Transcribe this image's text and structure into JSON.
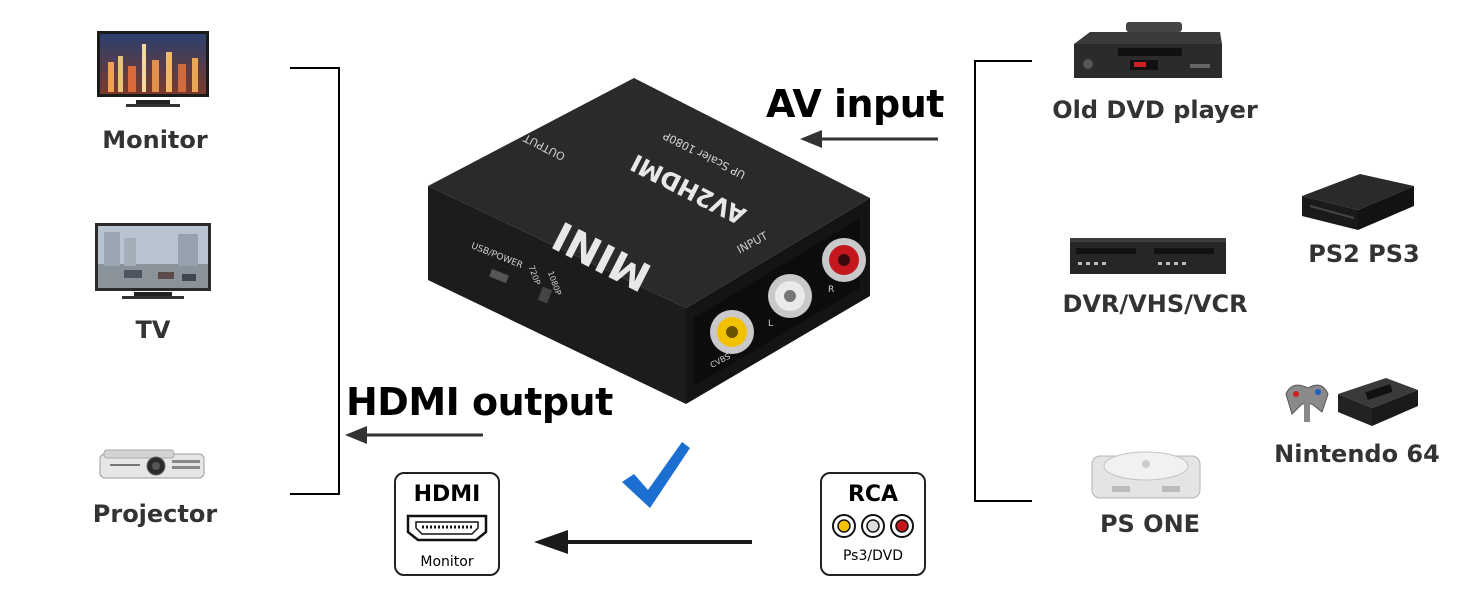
{
  "left_devices": [
    {
      "id": "monitor",
      "label": "Monitor"
    },
    {
      "id": "tv",
      "label": "TV"
    },
    {
      "id": "projector",
      "label": "Projector"
    }
  ],
  "right_devices": [
    {
      "id": "old-dvd",
      "label": "Old DVD player"
    },
    {
      "id": "dvr",
      "label": "DVR/VHS/VCR"
    },
    {
      "id": "ps2",
      "label": "PS2 PS3"
    },
    {
      "id": "n64",
      "label": "Nintendo 64"
    },
    {
      "id": "psone",
      "label": "PS ONE"
    }
  ],
  "arrows": {
    "av_input": "AV input",
    "hdmi_output": "HDMI output"
  },
  "converter": {
    "brand": "MINI",
    "model": "AV2HDMI",
    "subtitle": "UP Scaler 1080P",
    "output_label": "OUTPUT",
    "input_label": "INPUT",
    "usb_label": "USB/POWER",
    "res_720": "720P",
    "res_1080": "1080P",
    "port_l": "L",
    "port_r": "R",
    "port_cvbs": "CVBS"
  },
  "hdmi_card": {
    "title": "HDMI",
    "subtitle": "Monitor"
  },
  "rca_card": {
    "title": "RCA",
    "subtitle": "Ps3/DVD"
  },
  "colors": {
    "checkmark": "#1a6fd1",
    "rca_yellow": "#f2c200",
    "rca_white": "#dddddd",
    "rca_red": "#c4161c"
  }
}
